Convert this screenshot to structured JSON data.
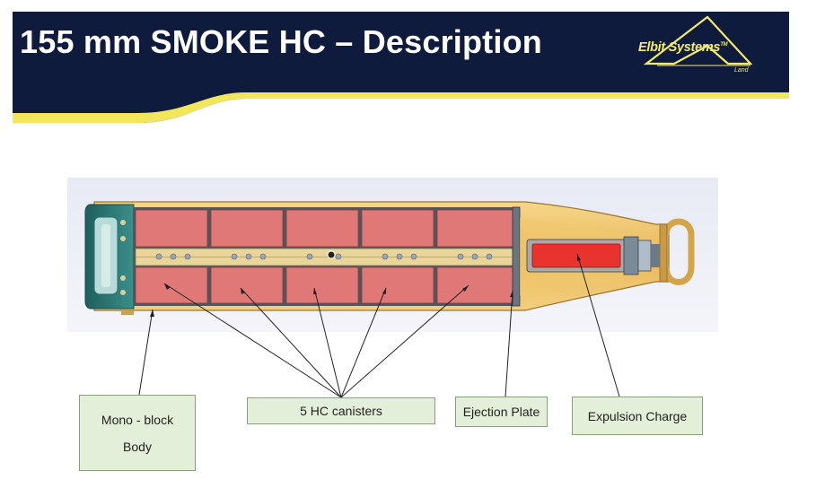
{
  "header": {
    "title": "155 mm SMOKE HC – Description",
    "logo_text": "Elbit Systems",
    "logo_tm": "TM",
    "logo_sub": "Land"
  },
  "labels": {
    "mono_block_line1": "Mono - block",
    "mono_block_line2": "Body",
    "canisters": "5 HC canisters",
    "ejection_plate": "Ejection Plate",
    "expulsion_charge": "Expulsion Charge"
  },
  "colors": {
    "header_navy": "#0f1b3c",
    "header_accent": "#f2e65c",
    "canister_fill": "#e07878",
    "shell_brass": "#e8b75a",
    "body_teal": "#2f7e7a",
    "expulsion_red": "#e8332f",
    "label_fill": "#e3efd8"
  }
}
